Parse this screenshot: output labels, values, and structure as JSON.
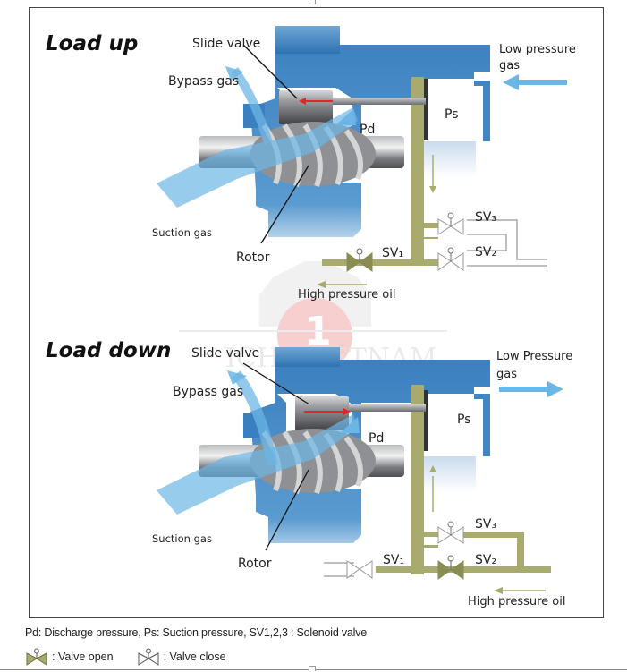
{
  "colors": {
    "housing_blue": "#3f86c2",
    "gas_arrow_blue": "#6cb6e6",
    "oil_olive": "#a9ab6e",
    "oil_olive_dark": "#8a8c52",
    "slide_valve_red": "#e0282c",
    "metal_grey": "#7a7c80",
    "frame": "#444444"
  },
  "panels": [
    {
      "id": "load-up",
      "title": "Load up",
      "labels": {
        "slide_valve": "Slide valve",
        "bypass_gas": "Bypass gas",
        "pd": "Pd",
        "ps": "Ps",
        "suction_gas": "Suction gas",
        "rotor": "Rotor",
        "low_pressure_gas_line1": "Low pressure",
        "low_pressure_gas_line2": "gas",
        "high_pressure_oil": "High pressure oil",
        "sv1": "SV₁",
        "sv2": "SV₂",
        "sv3": "SV₃"
      },
      "valves": {
        "sv1": "open",
        "sv2": "close",
        "sv3": "close"
      },
      "slide_valve_direction": "left",
      "gas_flow": "in"
    },
    {
      "id": "load-down",
      "title": "Load down",
      "labels": {
        "slide_valve": "Slide valve",
        "bypass_gas": "Bypass gas",
        "pd": "Pd",
        "ps": "Ps",
        "suction_gas": "Suction gas",
        "rotor": "Rotor",
        "low_pressure_gas_line1": "Low Pressure",
        "low_pressure_gas_line2": "gas",
        "high_pressure_oil": "High pressure oil",
        "sv1": "SV₁",
        "sv2": "SV₂",
        "sv3": "SV₃"
      },
      "valves": {
        "sv1": "close",
        "sv2": "open",
        "sv3": "close"
      },
      "slide_valve_direction": "right",
      "gas_flow": "out"
    }
  ],
  "watermark": {
    "text": "ICHI VIETNAM",
    "logo_glyph": "1"
  },
  "caption": "Pd: Discharge pressure, Ps: Suction pressure, SV1,2,3 : Solenoid valve",
  "legend": [
    {
      "state": "open",
      "icon": "valve-open-icon",
      "label": ": Valve open"
    },
    {
      "state": "close",
      "icon": "valve-close-icon",
      "label": ": Valve close"
    }
  ]
}
